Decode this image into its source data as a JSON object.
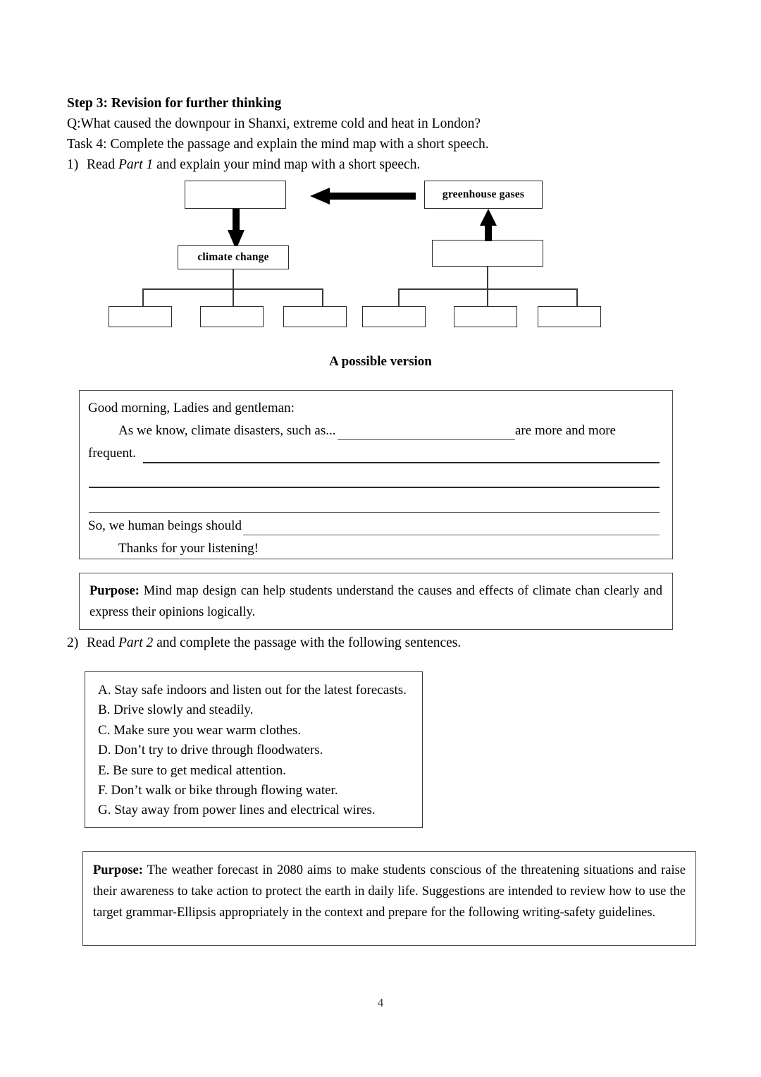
{
  "document": {
    "page_number": "4",
    "step_heading": "Step 3: Revision for further thinking",
    "question_line": "Q:What caused the downpour in Shanxi, extreme cold and heat in London?",
    "task_line": "Task 4: Complete the passage and explain the mind map with a short speech.",
    "item1": {
      "number": "1)",
      "text_before": "Read ",
      "italic": "Part 1",
      "text_after": " and explain your mind map with a short speech."
    },
    "item2": {
      "number": "2)",
      "text_before": "Read ",
      "italic": "Part 2",
      "text_after": " and complete the passage with the following sentences."
    }
  },
  "mindmap": {
    "boxes": {
      "top_left_empty": "",
      "greenhouse_gases": "greenhouse gases",
      "climate_change": "climate change",
      "right_mid_empty": "",
      "leaf_1": "",
      "leaf_2": "",
      "leaf_3": "",
      "leaf_4": "",
      "leaf_5": "",
      "leaf_6": ""
    },
    "arrows": {
      "right_to_left": "left-arrow",
      "top_left_down": "down-arrow",
      "right_mid_up": "up-arrow"
    }
  },
  "possible_version": {
    "heading": "A possible version",
    "greeting": "Good morning, Ladies and gentleman:",
    "body_line_1_before": "As we know, climate disasters, such as...",
    "body_line_1_after": "are more and more",
    "body_line_2": "frequent.",
    "closing_lead": "So, we human beings should",
    "thanks": "Thanks for your listening!"
  },
  "purpose_1": {
    "label": "Purpose:",
    "text": " Mind map design can help students understand the causes and effects of climate chan clearly and express their opinions logically."
  },
  "purpose_2": {
    "label": "Purpose:",
    "text": " The weather forecast in 2080 aims to make students conscious of the threatening situations and raise their awareness to take action to protect the earth in daily life. Suggestions are intended to review how to use the target grammar-Ellipsis appropriately in the context and prepare for the following writing-safety guidelines."
  },
  "options": [
    "A. Stay safe indoors and listen out for the latest forecasts.",
    "B. Drive slowly and steadily.",
    "C. Make sure you wear warm clothes.",
    "D. Don’t try to drive through floodwaters.",
    "E. Be sure to get medical attention.",
    "F. Don’t walk or bike through flowing water.",
    "G. Stay away from power lines and electrical wires."
  ],
  "colors": {
    "ink": "#000000",
    "border": "#4a4a4a",
    "rule": "#5b5b5b"
  }
}
